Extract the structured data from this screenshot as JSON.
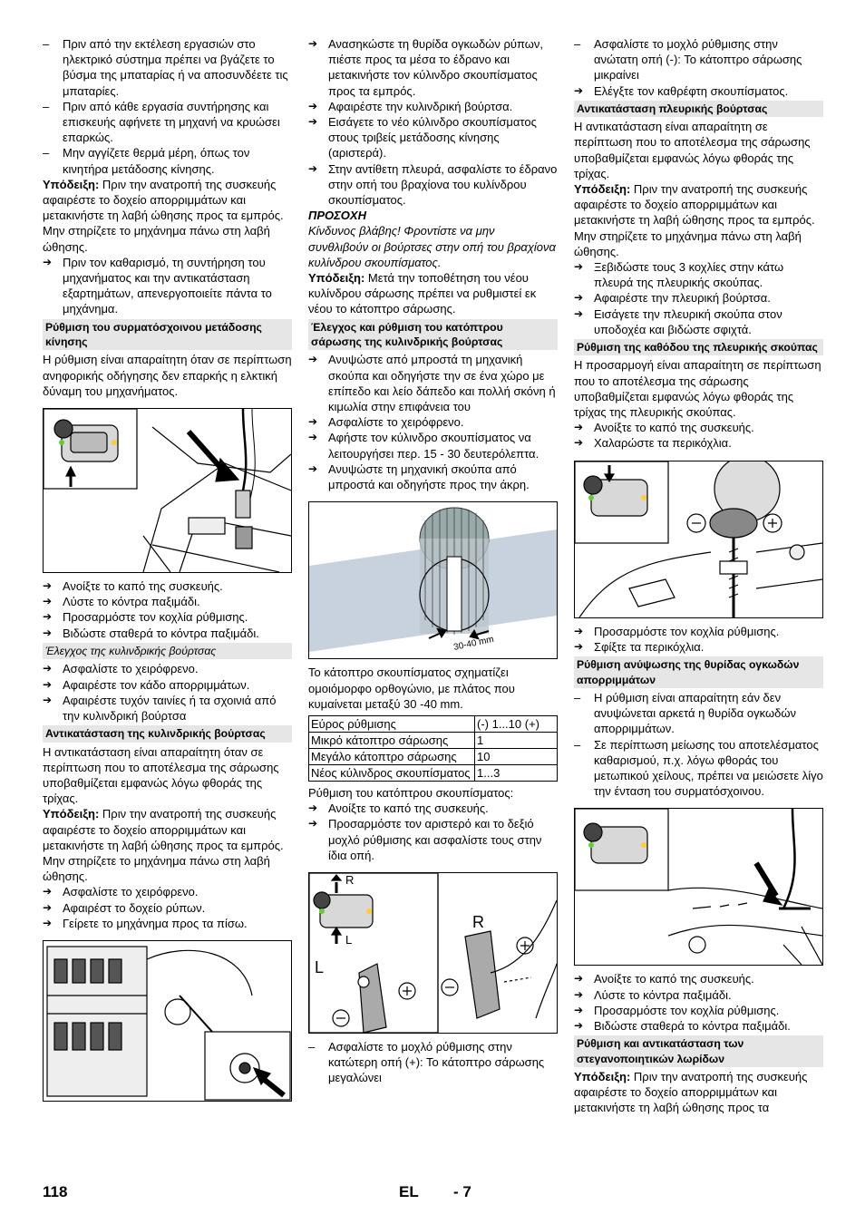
{
  "col1": {
    "items_top": [
      "Πριν από την εκτέλεση εργασιών στο ηλεκτρικό σύστημα πρέπει να βγάζετε το βύσμα της μπαταρίας ή να αποσυνδέετε τις μπαταρίες.",
      "Πριν από κάθε εργασία συντήρησης και επισκευής αφήνετε τη μηχανή να κρυώσει επαρκώς.",
      "Μην αγγίζετε θερμά μέρη, όπως τον κινητήρα μετάδοσης κίνησης."
    ],
    "hint_label": "Υπόδειξη:",
    "hint1": "Πριν την ανατροπή της συσκευής αφαιρέστε το δοχείο απορριμμάτων και μετακινήστε τη λαβή ώθησης προς τα εμπρός. Μην στηρίζετε το μηχάνημα πάνω στη λαβή ώθησης.",
    "step_disable": "Πριν τον καθαρισμό, τη συντήρηση του μηχανήματος και την αντικατάσταση εξαρτημάτων, απενεργοποιείτε πάντα το μηχάνημα.",
    "h_cable": "Ρύθμιση του συρματόσχοινου μετάδοσης κίνησης",
    "cable_text": "Η ρύθμιση είναι απαραίτητη όταν σε περίπτωση ανηφορικής οδήγησης δεν επαρκής η ελκτική δύναμη του μηχανήματος.",
    "cable_steps": [
      "Ανοίξτε το καπό της συσκευής.",
      "Λύστε το κόντρα παξιμάδι.",
      "Προσαρμόστε τον κοχλία ρύθμισης.",
      "Βιδώστε σταθερά το κόντρα παξιμάδι."
    ],
    "h_check": "Έλεγχος της κυλινδρικής βούρτσας",
    "check_steps": [
      "Ασφαλίστε το χειρόφρενο.",
      "Αφαιρέστε τον κάδο απορριμμάτων.",
      "Αφαιρέστε τυχόν ταινίες ή τα σχοινιά από την κυλινδρική βούρτσα"
    ],
    "h_replace": "Αντικατάσταση της κυλινδρικής βούρτσας",
    "replace_text": "Η αντικατάσταση είναι απαραίτητη όταν σε περίπτωση που το αποτέλεσμα της σάρωσης υποβαθμίζεται εμφανώς λόγω φθοράς της τρίχας.",
    "hint2": "Πριν την ανατροπή της συσκευής αφαιρέστε το δοχείο απορριμμάτων και μετακινήστε τη λαβή ώθησης προς τα εμπρός. Μην στηρίζετε το μηχάνημα πάνω στη λαβή ώθησης.",
    "replace_steps": [
      "Ασφαλίστε το χειρόφρενο.",
      "Αφαιρέστ το δοχείο ρύπων.",
      "Γείρετε το μηχάνημα προς τα πίσω."
    ]
  },
  "col2": {
    "steps_top": [
      "Ανασηκώστε τη θυρίδα ογκωδών ρύπων, πιέστε προς τα μέσα το έδρανο και μετακινήστε τον κύλινδρο σκουπίσματος προς τα εμπρός.",
      "Αφαιρέστε την κυλινδρική βούρτσα.",
      "Εισάγετε το νέο κύλινδρο σκουπίσματος στους τριβείς μετάδοσης κίνησης (αριστερά).",
      "Στην αντίθετη πλευρά, ασφαλίστε το έδρανο στην οπή του βραχίονα του κυλίνδρου σκουπίσματος."
    ],
    "caution_title": "ΠΡΟΣΟΧΗ",
    "caution_text": "Κίνδυνος βλάβης! Φροντίστε να μην συνθλιβούν οι βούρτσες στην οπή του βραχίονα κυλίνδρου σκουπίσματος.",
    "hint_label": "Υπόδειξη:",
    "hint": "Μετά την τοποθέτηση του νέου κυλίνδρου σάρωσης πρέπει να ρυθμιστεί εκ νέου το κάτοπτρο σάρωσης.",
    "h_mirror": "Έλεγχος και ρύθμιση του κατόπτρου σάρωσης της κυλινδρικής βούρτσας",
    "mirror_steps": [
      "Ανυψώστε από μπροστά τη μηχανική σκούπα και οδηγήστε την σε ένα χώρο με επίπεδο και λείο δάπεδο και πολλή σκόνη ή κιμωλία στην επιφάνεια του",
      "Ασφαλίστε το χειρόφρενο.",
      "Αφήστε τον κύλινδρο σκουπίσματος να λειτουργήσει περ. 15 - 30 δευτερόλεπτα.",
      "Ανυψώστε τη μηχανική σκούπα από μπροστά και οδηγήστε προς την άκρη."
    ],
    "fig_label": "30-40 mm",
    "mirror_text": "Το κάτοπτρο σκουπίσματος σχηματίζει ομοιόμορφο ορθογώνιο, με πλάτος που κυμαίνεται μεταξύ 30 -40 mm.",
    "table": [
      [
        "Εύρος ρύθμισης",
        "(-) 1...10 (+)"
      ],
      [
        "Μικρό κάτοπτρο σάρωσης",
        "1"
      ],
      [
        "Μεγάλο κάτοπτρο σάρωσης",
        "10"
      ],
      [
        "Νέος κύλινδρος σκουπίσματος",
        "1...3"
      ]
    ],
    "table_caption": "Ρύθμιση του κατόπτρου σκουπίσματος:",
    "adj_steps": [
      "Ανοίξτε το καπό της συσκευής.",
      "Προσαρμόστε τον αριστερό και το δεξιό μοχλό ρύθμισης και ασφαλίστε τους στην ίδια οπή."
    ],
    "fig_R": "R",
    "fig_L": "L",
    "dash_bottom": "Ασφαλίστε το μοχλό ρύθμισης στην κατώτερη οπή (+): Το κάτοπτρο σάρωσης μεγαλώνει"
  },
  "col3": {
    "dash_top": "Ασφαλίστε το μοχλό ρύθμισης στην ανώτατη οπή (-): Το κάτοπτρο σάρωσης μικραίνει",
    "step_mirror": "Ελέγξτε τον καθρέφτη σκουπίσματος.",
    "h_side": "Αντικατάσταση πλευρικής βούρτσας",
    "side_text": "Η αντικατάσταση είναι απαραίτητη σε περίπτωση που το αποτέλεσμα της σάρωσης υποβαθμίζεται εμφανώς λόγω φθοράς της τρίχας.",
    "hint_label": "Υπόδειξη:",
    "hint": "Πριν την ανατροπή της συσκευής αφαιρέστε το δοχείο απορριμμάτων και μετακινήστε τη λαβή ώθησης προς τα εμπρός. Μην στηρίζετε το μηχάνημα πάνω στη λαβή ώθησης.",
    "side_steps": [
      "Ξεβιδώστε τους 3 κοχλίες στην κάτω πλευρά της πλευρικής σκούπας.",
      "Αφαιρέστε την πλευρική βούρτσα.",
      "Εισάγετε την πλευρική σκούπα στον υποδοχέα και βιδώστε σφιχτά."
    ],
    "h_lower": "Ρύθμιση της καθόδου της πλευρικής σκούπας",
    "lower_text": "Η προσαρμογή είναι απαραίτητη σε περίπτωση που το αποτέλεσμα της σάρωσης υποβαθμίζεται εμφανώς λόγω φθοράς της τρίχας της πλευρικής σκούπας.",
    "lower_steps": [
      "Ανοίξτε το καπό της συσκευής.",
      "Χαλαρώστε τα περικόχλια."
    ],
    "lower_steps2": [
      "Προσαρμόστε τον κοχλία ρύθμισης.",
      "Σφίξτε τα περικόχλια."
    ],
    "h_flap": "Ρύθμιση ανύψωσης της θυρίδας ογκωδών απορριμμάτων",
    "flap_items": [
      "Η ρύθμιση είναι απαραίτητη εάν δεν ανυψώνεται αρκετά η θυρίδα ογκωδών απορριμμάτων.",
      "Σε περίπτωση μείωσης του αποτελέσματος καθαρισμού, π.χ. λόγω φθοράς του μετωπικού χείλους, πρέπει να μειώσετε λίγο την ένταση του συρματόσχοινου."
    ],
    "flap_steps": [
      "Ανοίξτε το καπό της συσκευής.",
      "Λύστε το κόντρα παξιμάδι.",
      "Προσαρμόστε τον κοχλία ρύθμισης.",
      "Βιδώστε σταθερά το κόντρα παξιμάδι."
    ],
    "h_seal": "Ρύθμιση και αντικατάσταση των στεγανοποιητικών λωρίδων",
    "hint_last": "Πριν την ανατροπή της συσκευής αφαιρέστε το δοχείο απορριμμάτων και μετακινήστε τη λαβή ώθησης προς τα"
  },
  "footer": {
    "page": "118",
    "lang": "EL",
    "sub": "- 7"
  }
}
